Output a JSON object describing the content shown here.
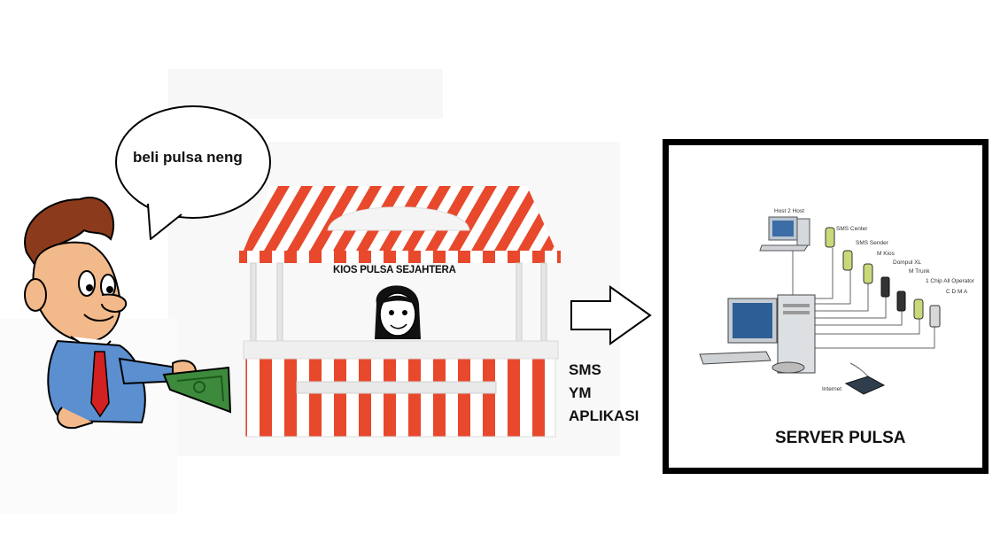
{
  "speech_bubble": {
    "text": "beli pulsa neng"
  },
  "kiosk": {
    "title": "KIOS PULSA SEJAHTERA"
  },
  "channels": [
    "SMS",
    "YM",
    "APLIKASI"
  ],
  "server": {
    "title": "SERVER PULSA",
    "devices": [
      "Host 2 Host",
      "SMS Center",
      "SMS Sender",
      "M Kios",
      "Dompul XL",
      "M Trunk",
      "1 Chip All Operator",
      "C D M A",
      "Internet"
    ]
  },
  "colors": {
    "stripe_red": "#e8482c",
    "frame_black": "#000000"
  }
}
